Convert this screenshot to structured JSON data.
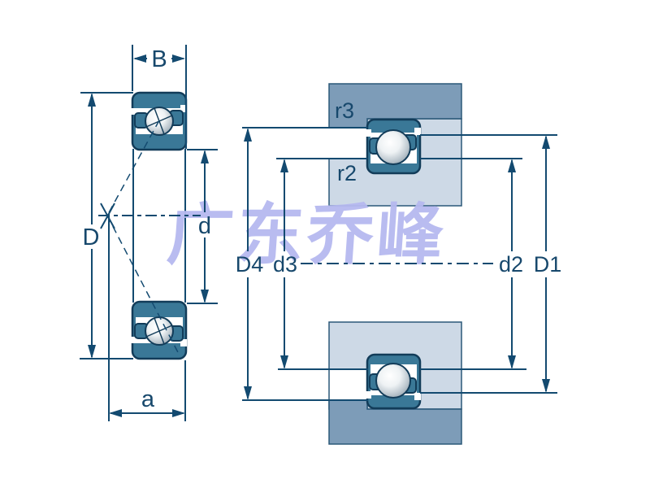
{
  "figure": {
    "type": "bearing-dimension-diagram",
    "description_colors": {
      "line": "#134a70",
      "bearing_ring": "#3a7897",
      "bearing_outline": "#123c59",
      "housing_block": "#7d9cb8",
      "shaft_block": "#cdd9e6",
      "watermark": "#b6b9f0"
    },
    "cross_section_view": {
      "width_label": "B",
      "outer_diameter_label": "D",
      "bore_diameter_label": "d",
      "pressure_center_label": "a"
    },
    "mounting_view": {
      "fillet_radius_top_label": "r3",
      "fillet_radius_bottom_label": "r2",
      "left_outer_shoulder_label": "D4",
      "left_inner_shoulder_label": "d3",
      "right_inner_shoulder_label": "d2",
      "right_outer_shoulder_label": "D1"
    },
    "watermark_text": "广东乔峰"
  }
}
